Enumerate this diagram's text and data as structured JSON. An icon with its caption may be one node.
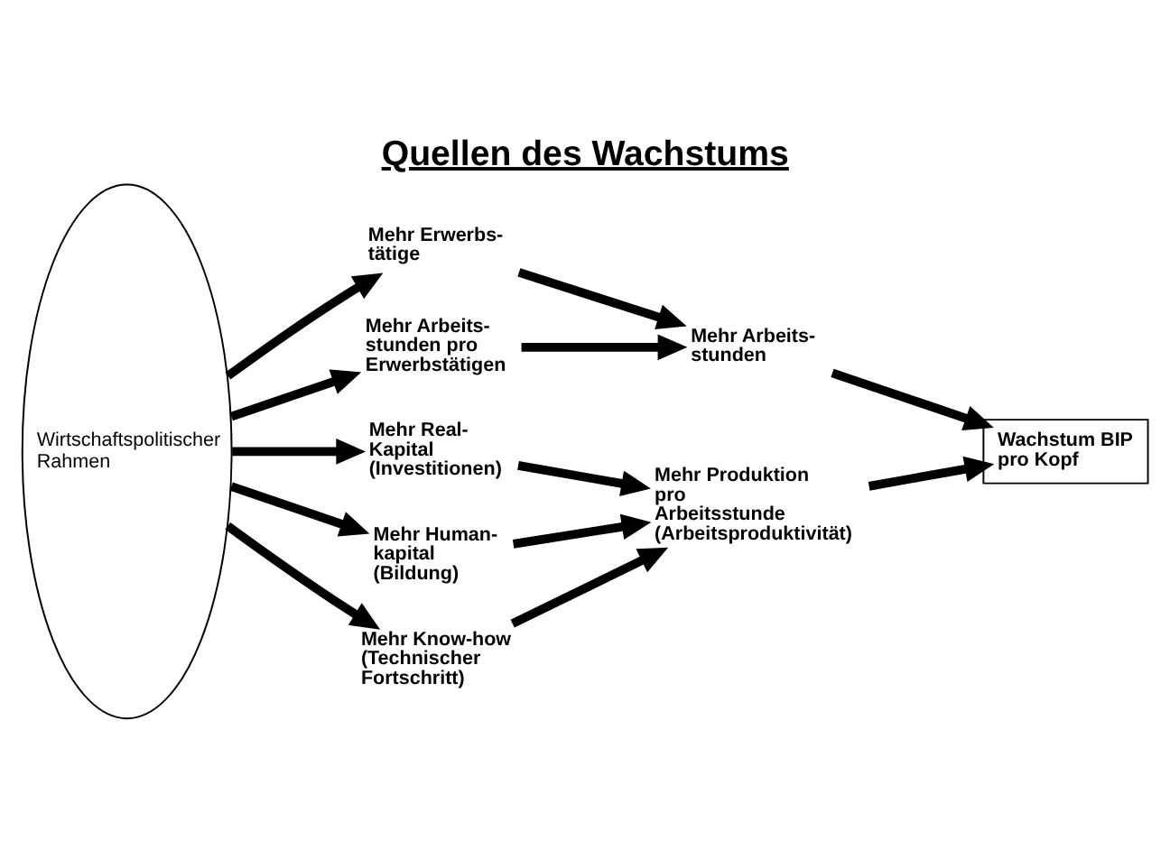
{
  "diagram": {
    "title": "Quellen des Wachstums",
    "nodes": [
      {
        "text": [
          "Wirtschaftspolitischer Rahmen"
        ]
      },
      {
        "text": [
          "Mehr Erwerbs- tätige"
        ]
      },
      {
        "text": [
          "Mehr Arbeits- stunden pro Erwerbstätigen"
        ]
      },
      {
        "text": [
          "Mehr Real- Kapital (Investitionen)"
        ]
      },
      {
        "text": [
          "Mehr Human- kapital (Bildung)"
        ]
      },
      {
        "text": [
          "Mehr Know-how (Technischer Fortschritt)"
        ]
      },
      {
        "text": [
          "Mehr Arbeits- stunden"
        ]
      },
      {
        "text": [
          "Mehr Produktion pro Arbeitsstunde (Arbeitsproduktivität)"
        ]
      },
      {
        "text": [
          "Wachstum BIP pro Kopf"
        ]
      }
    ],
    "edges": [
      {
        "from": 0,
        "to": 1,
        "arrow": "to"
      },
      {
        "from": 0,
        "to": 2,
        "arrow": "to"
      },
      {
        "from": 0,
        "to": 3,
        "arrow": "to"
      },
      {
        "from": 0,
        "to": 4,
        "arrow": "to"
      },
      {
        "from": 0,
        "to": 5,
        "arrow": "to"
      },
      {
        "from": 1,
        "to": 6,
        "arrow": "to"
      },
      {
        "from": 2,
        "to": 6,
        "arrow": "to"
      },
      {
        "from": 3,
        "to": 7,
        "arrow": "to"
      },
      {
        "from": 4,
        "to": 7,
        "arrow": "to"
      },
      {
        "from": 5,
        "to": 7,
        "arrow": "to"
      },
      {
        "from": 6,
        "to": 8,
        "arrow": "to"
      },
      {
        "from": 7,
        "to": 8,
        "arrow": "to"
      }
    ]
  }
}
